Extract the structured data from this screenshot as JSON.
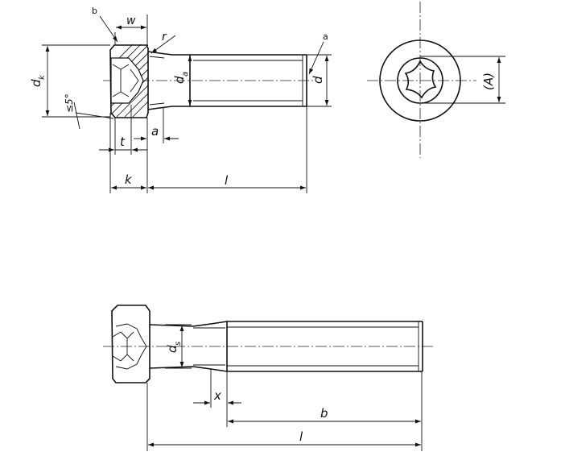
{
  "labels": {
    "b_note": "b",
    "a_note": "a",
    "w": "w",
    "r": "r",
    "dk": "d",
    "dk_sub": "k",
    "da": "d",
    "da_sub": "a",
    "d": "d",
    "angle": "≤5°",
    "a_dim": "a",
    "t": "t",
    "k": "k",
    "l_top": "l",
    "A": "(A)",
    "ds": "d",
    "ds_sub": "s",
    "x": "x",
    "b_dim": "b",
    "l_bottom": "l"
  }
}
